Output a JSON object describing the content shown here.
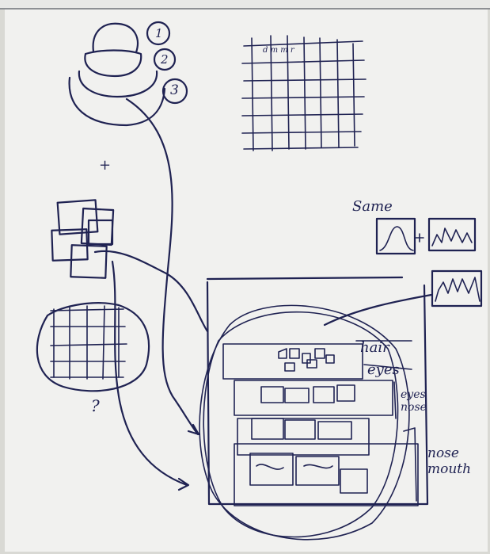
{
  "labels": {
    "circle_1": "1",
    "circle_2": "2",
    "circle_3": "3",
    "plus": "+",
    "question": "?",
    "same": "Same",
    "hair": "hair",
    "eyes": "eyes",
    "eyes_nose": "eyes nose",
    "nose_mouth": "nose mouth",
    "grid_header": "d m m r"
  },
  "colors": {
    "ink": "#1f2252",
    "paper": "#f1f1ef"
  }
}
